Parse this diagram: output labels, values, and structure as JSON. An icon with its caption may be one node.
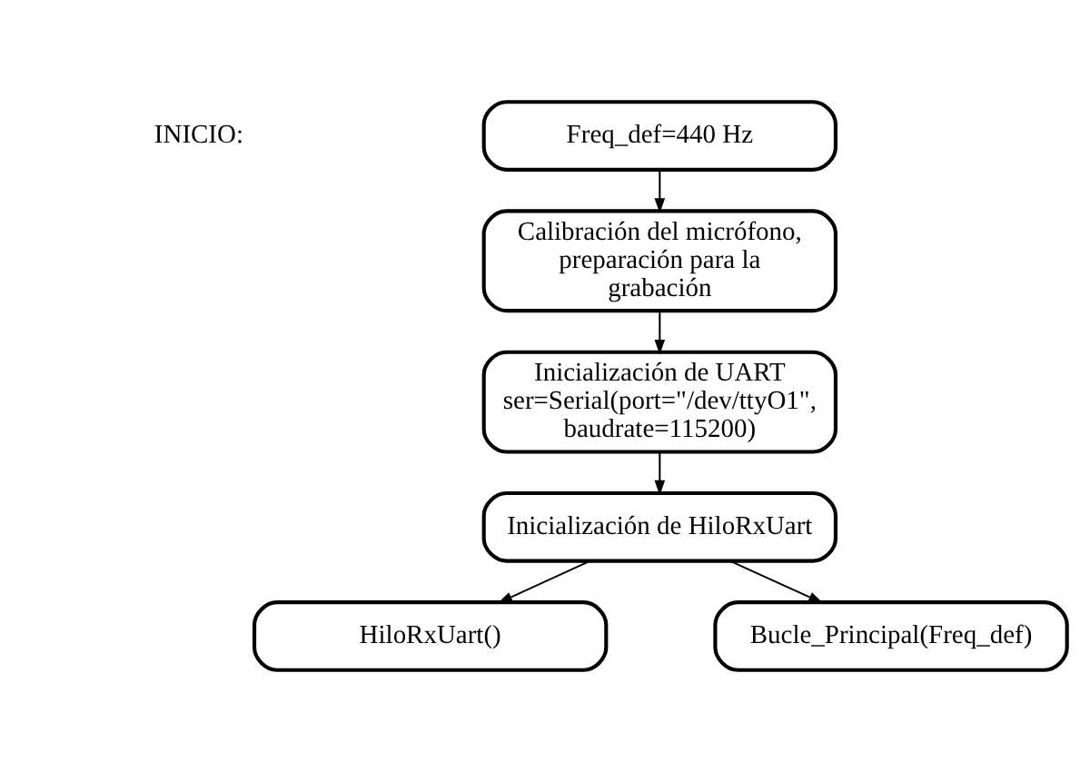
{
  "diagram": {
    "nodes": [
      {
        "text": [
          "Freq_def=440 Hz"
        ]
      },
      {
        "text": [
          "Calibración del micrófono, preparación para la grabación"
        ]
      },
      {
        "text": [
          "Inicialización de UART",
          "ser=Serial(port=\"/dev/ttyO1\", baudrate=115200)"
        ]
      },
      {
        "text": [
          "Inicialización de HiloRxUart"
        ]
      },
      {
        "text": [
          "HiloRxUart()"
        ]
      },
      {
        "text": [
          "Bucle_Principal(Freq_def)"
        ]
      }
    ],
    "edges": [
      {
        "from": 0,
        "to": 1,
        "arrow": "to"
      },
      {
        "from": 1,
        "to": 2,
        "arrow": "to"
      },
      {
        "from": 2,
        "to": 3,
        "arrow": "to"
      },
      {
        "from": 3,
        "to": 4,
        "arrow": "to"
      },
      {
        "from": 3,
        "to": 5,
        "arrow": "to"
      }
    ],
    "labels": [
      "INICIO:"
    ]
  }
}
